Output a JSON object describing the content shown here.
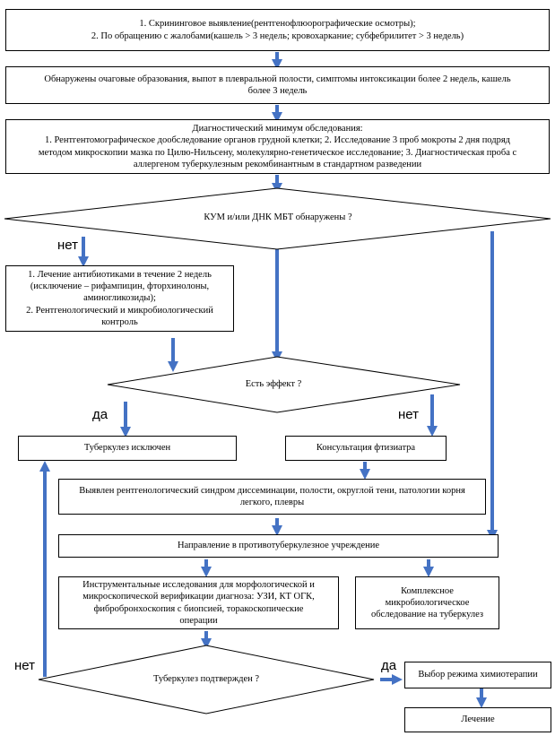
{
  "screening": {
    "line1": "1. Скрининговое выявление(рентгенофлюорографические осмотры);",
    "line2": "2. По обращению с жалобами(кашель > 3 недель; кровохаркание; субфебрилитет > 3 недель)"
  },
  "findings": {
    "text": "Обнаружены очаговые образования, выпот в плевральной полости, симптомы интоксикации более 2 недель, кашель более 3 недель"
  },
  "diag_minimum": {
    "title": "Диагностический минимум обследования:",
    "body": "1. Рентгентомографическое дообследование органов грудной клетки; 2. Исследование 3 проб мокроты 2 дня подряд методом микроскопии мазка по Цилю-Нильсену, молекулярно-генетическое исследование; 3. Диагностическая проба с аллергеном туберкулезным рекомбинантным в стандартном разведении"
  },
  "decision1": {
    "text": "КУМ и/или ДНК МБТ обнаружены ?"
  },
  "antibiotics": {
    "line1": "1.      Лечение антибиотиками в течение 2 недель",
    "line2": "(исключение – рифампицин, фторхинолоны, аминогликозиды);",
    "line3": "2. Рентгенологический и микробиологический контроль"
  },
  "decision2": {
    "text": "Есть эффект ?"
  },
  "tb_excluded": {
    "text": "Туберкулез исключен"
  },
  "consult": {
    "text": "Консультация фтизиатра"
  },
  "xray_syndrome": {
    "text": "Выявлен рентгенологический синдром диссеминации, полости, округлой тени, патологии корня легкого, плевры"
  },
  "referral": {
    "text": "Направление в противотуберкулезное учреждение"
  },
  "instrumental": {
    "text": "Инструментальные исследования для морфологической и микроскопической верификации диагноза: УЗИ, КТ ОГК, фибробронхоскопия с биопсией, торакоскопические операции"
  },
  "microbio": {
    "text": "Комплексное микробиологическое обследование на туберкулез"
  },
  "decision3": {
    "text": "Туберкулез подтвержден ?"
  },
  "chemo": {
    "text": "Выбор режима химиотерапии"
  },
  "treatment": {
    "text": "Лечение"
  },
  "labels": {
    "no1": "нет",
    "yes2": "да",
    "no2": "нет",
    "no3": "нет",
    "yes3": "да"
  },
  "colors": {
    "arrow": "#4472C4",
    "border": "#000000"
  }
}
